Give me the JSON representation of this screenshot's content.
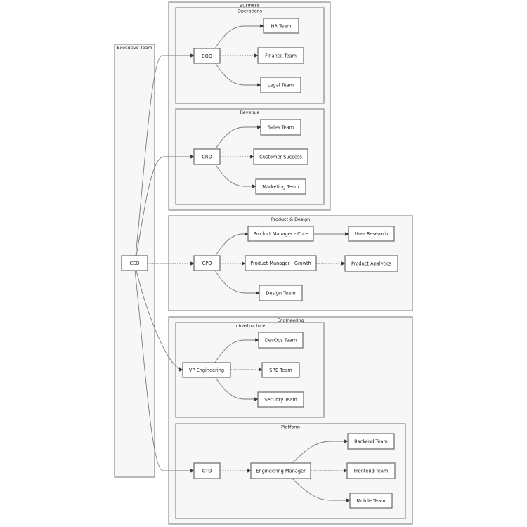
{
  "clusters": {
    "executive": "Executive Team",
    "business": [
      "Business",
      "Operations"
    ],
    "revenue": "Revenue",
    "product": "Product & Design",
    "engineering": "Engineering",
    "infrastructure": "Infrastructure",
    "platform": "Platform"
  },
  "nodes": {
    "ceo": "CEO",
    "coo": "COO",
    "hr": "HR Team",
    "finance": "Finance Team",
    "legal": "Legal Team",
    "cro": "CRO",
    "sales": "Sales Team",
    "customer_success": "Customer Success",
    "marketing": "Marketing Team",
    "cpo": "CPO",
    "pm_core": "Product Manager - Core",
    "pm_growth": "Product Manager - Growth",
    "design": "Design Team",
    "user_research": "User Research",
    "product_analytics": "Product Analytics",
    "vp_engineering": "VP Engineering",
    "devops": "DevOps Team",
    "sre": "SRE Team",
    "security": "Security Team",
    "cto": "CTO",
    "eng_manager": "Engineering Manager",
    "backend": "Backend Team",
    "frontend": "Frontend Team",
    "mobile": "Mobile Team"
  },
  "colors": {
    "cluster_fill": "#f7f7f7",
    "cluster_stroke": "#8c8c8c",
    "node_fill": "#ffffff",
    "node_stroke": "#6b6b6b",
    "edge": "#7a7a7a"
  }
}
